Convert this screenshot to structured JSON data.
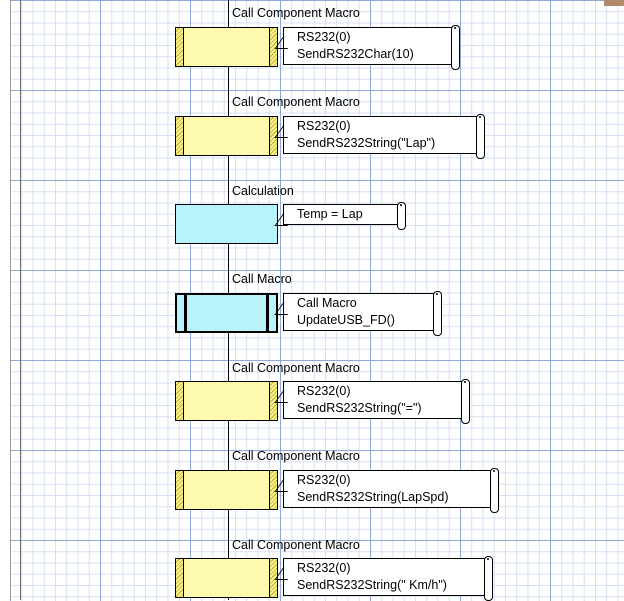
{
  "blocks": [
    {
      "kind": "component",
      "title": "Call Component Macro",
      "lines": [
        "RS232(0)",
        "SendRS232Char(10)"
      ]
    },
    {
      "kind": "component",
      "title": "Call Component Macro",
      "lines": [
        "RS232(0)",
        "SendRS232String(\"Lap\")"
      ]
    },
    {
      "kind": "calculation",
      "title": "Calculation",
      "lines": [
        "Temp = Lap"
      ]
    },
    {
      "kind": "macro",
      "title": "Call Macro",
      "lines": [
        "Call Macro",
        "UpdateUSB_FD()"
      ]
    },
    {
      "kind": "component",
      "title": "Call Component Macro",
      "lines": [
        "RS232(0)",
        "SendRS232String(\"=\")"
      ]
    },
    {
      "kind": "component",
      "title": "Call Component Macro",
      "lines": [
        "RS232(0)",
        "SendRS232String(LapSpd)"
      ]
    },
    {
      "kind": "component",
      "title": "Call Component Macro",
      "lines": [
        "RS232(0)",
        "SendRS232String(\" Km/h\")"
      ]
    }
  ],
  "colors": {
    "component_fill": "#fefaad",
    "calculation_fill": "#b8f2fa",
    "grid_major": "#8fa8d8",
    "grid_minor": "#d6e0f3"
  }
}
